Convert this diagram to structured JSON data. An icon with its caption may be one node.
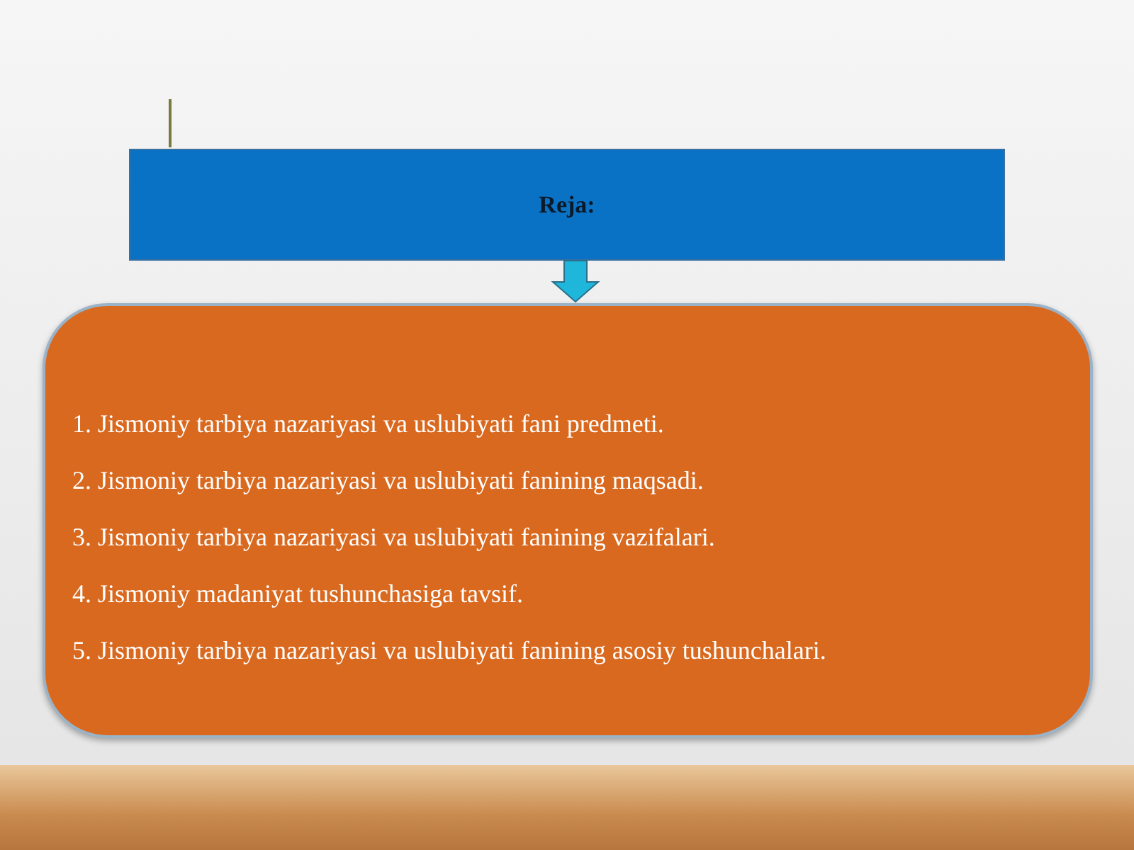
{
  "diagram": {
    "nodes": [
      {
        "text": [
          "Reja:"
        ]
      },
      {
        "text": [
          "1. Jismoniy tarbiya nazariyasi va uslubiyati fani predmeti.",
          "2. Jismoniy tarbiya nazariyasi va uslubiyati fanining maqsadi.",
          "3. Jismoniy tarbiya nazariyasi va uslubiyati fanining vazifalari.",
          "4. Jismoniy madaniyat tushunchasiga tavsif.",
          "5. Jismoniy tarbiya nazariyasi va uslubiyati fanining asosiy tushunchalari."
        ]
      }
    ],
    "edges": [
      {
        "from": 0,
        "to": 1,
        "arrow": "to"
      }
    ]
  }
}
